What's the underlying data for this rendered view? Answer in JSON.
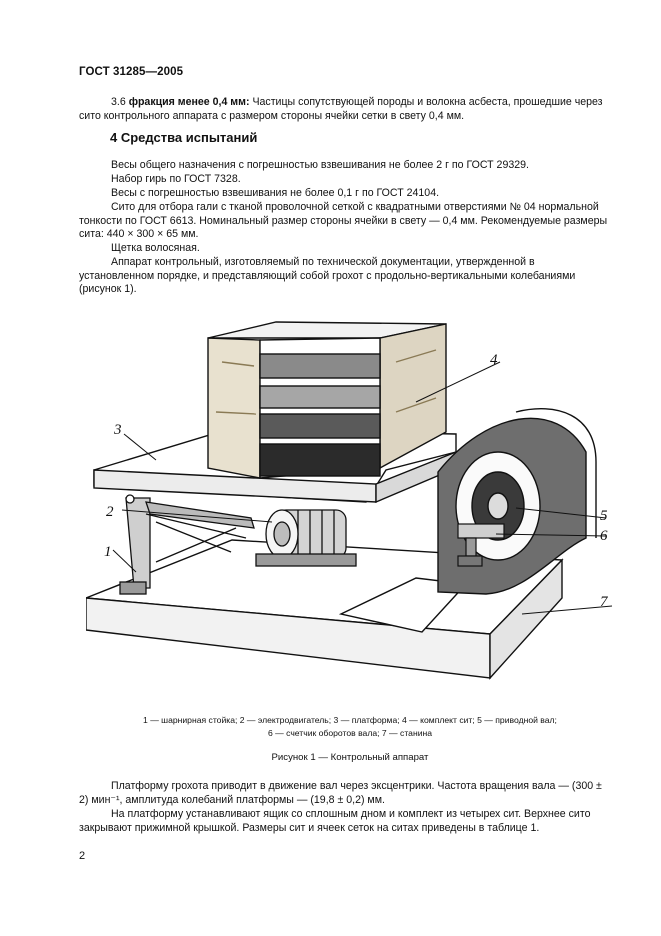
{
  "header": {
    "standard": "ГОСТ 31285—2005"
  },
  "item_3_6": {
    "number": "3.6",
    "term": "фракция менее 0,4 мм:",
    "text": "Частицы сопутствующей породы и волокна асбеста, прошедшие через сито контрольного аппарата с размером стороны ячейки сетки в свету 0,4 мм."
  },
  "section_4": {
    "title": "4 Средства испытаний",
    "paragraphs": [
      "Весы общего назначения с погрешностью взвешивания не более 2 г по ГОСТ 29329.",
      "Набор гирь по ГОСТ 7328.",
      "Весы с погрешностью взвешивания не более 0,1 г по ГОСТ 24104.",
      "Сито для отбора гали с тканой проволочной сеткой с квадратными отверстиями № 04 нормальной тонкости по ГОСТ 6613. Номинальный размер стороны ячейки в свету — 0,4 мм. Рекомендуемые размеры сита: 440 × 300 × 65 мм.",
      "Щетка волосяная.",
      "Аппарат контрольный, изготовляемый по технической документации, утвержденной в установленном порядке, и представляющий собой грохот с продольно-вертикальными колебаниями (рисунок 1)."
    ]
  },
  "figure": {
    "callouts": [
      "1",
      "2",
      "3",
      "4",
      "5",
      "6",
      "7"
    ],
    "legend_line1": "1 — шарнирная стойка; 2 — электродвигатель; 3 — платформа; 4 — комплект сит; 5 — приводной вал;",
    "legend_line2": "6 — счетчик оборотов вала; 7 — станина",
    "caption": "Рисунок 1 — Контрольный аппарат"
  },
  "after_figure": {
    "paragraphs": [
      "Платформу грохота приводит в движение вал через эксцентрики. Частота вращения вала — (300 ± 2) мин⁻¹, амплитуда колебаний платформы — (19,8 ± 0,2) мм.",
      "На платформу устанавливают ящик со сплошным дном и комплект из четырех сит. Верхнее сито закрывают прижимной крышкой. Размеры сит и ячеек сеток на ситах приведены в таблице 1."
    ]
  },
  "page_number": "2"
}
